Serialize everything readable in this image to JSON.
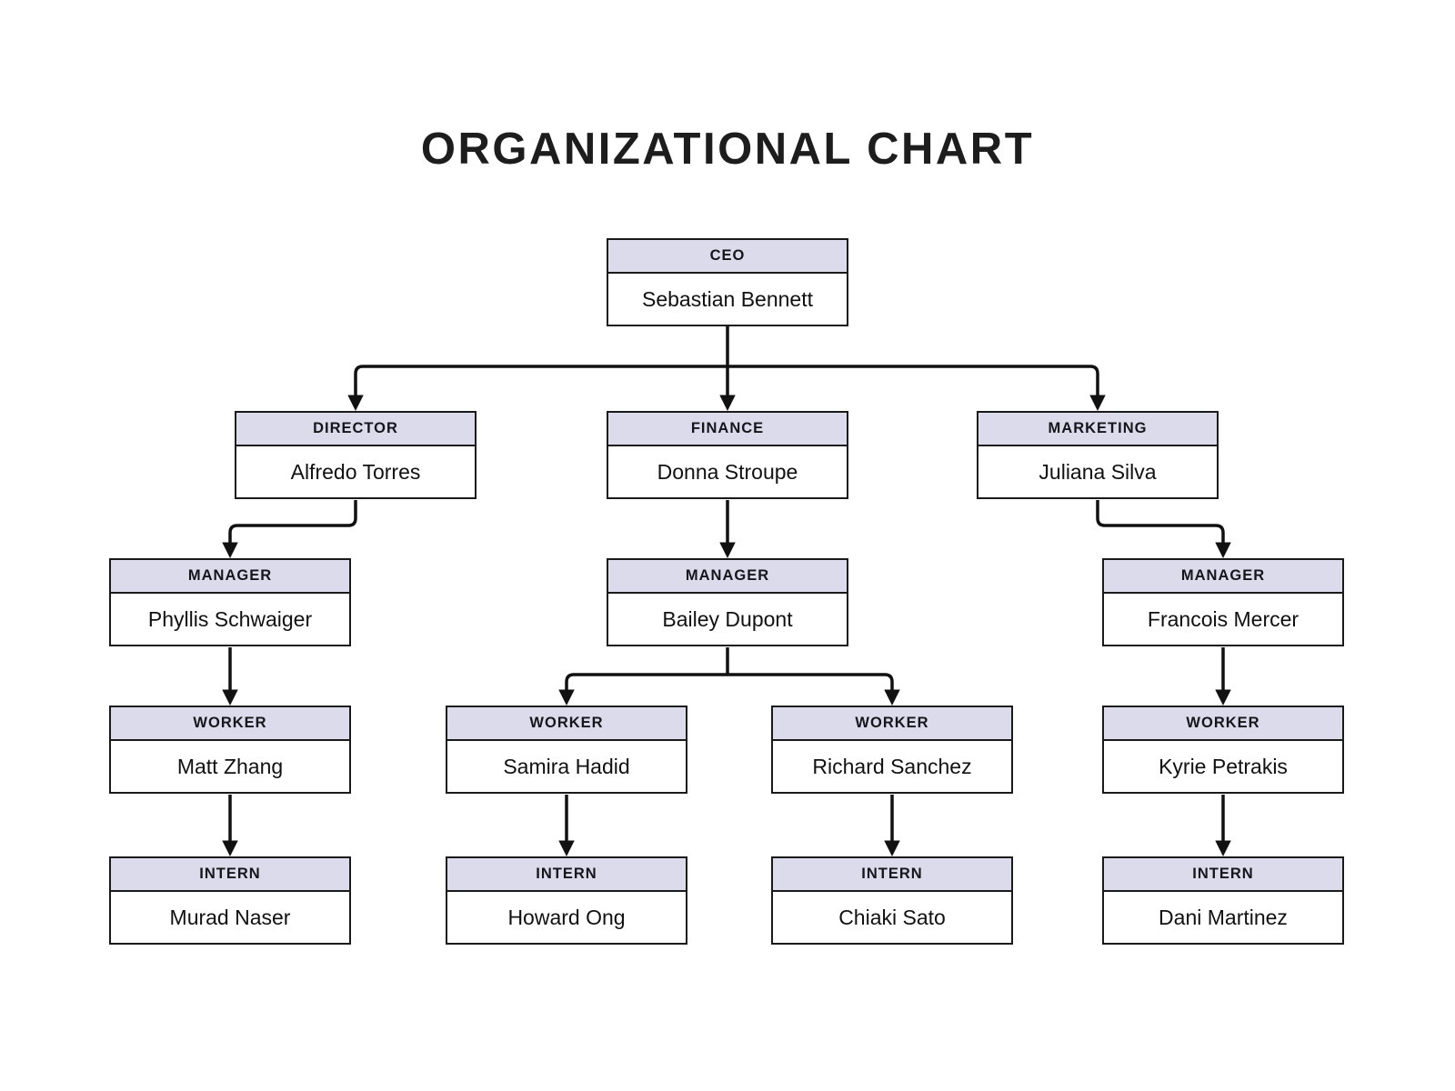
{
  "title": "ORGANIZATIONAL CHART",
  "palette": {
    "page_bg": "#ffffff",
    "header_bg": "#dcdbec",
    "box_border": "#1a1a1a",
    "connector": "#111111",
    "text": "#1d1d1d"
  },
  "nodes": {
    "ceo": {
      "role": "CEO",
      "name": "Sebastian Bennett"
    },
    "director": {
      "role": "DIRECTOR",
      "name": "Alfredo Torres"
    },
    "finance": {
      "role": "FINANCE",
      "name": "Donna Stroupe"
    },
    "marketing": {
      "role": "MARKETING",
      "name": "Juliana Silva"
    },
    "manager_a": {
      "role": "MANAGER",
      "name": "Phyllis Schwaiger"
    },
    "manager_b": {
      "role": "MANAGER",
      "name": "Bailey Dupont"
    },
    "manager_c": {
      "role": "MANAGER",
      "name": "Francois Mercer"
    },
    "worker_a": {
      "role": "WORKER",
      "name": "Matt Zhang"
    },
    "worker_b": {
      "role": "WORKER",
      "name": "Samira Hadid"
    },
    "worker_c": {
      "role": "WORKER",
      "name": "Richard Sanchez"
    },
    "worker_d": {
      "role": "WORKER",
      "name": "Kyrie Petrakis"
    },
    "intern_a": {
      "role": "INTERN",
      "name": "Murad Naser"
    },
    "intern_b": {
      "role": "INTERN",
      "name": "Howard Ong"
    },
    "intern_c": {
      "role": "INTERN",
      "name": "Chiaki Sato"
    },
    "intern_d": {
      "role": "INTERN",
      "name": "Dani Martinez"
    }
  },
  "edges": [
    {
      "from": "ceo",
      "to": "director"
    },
    {
      "from": "ceo",
      "to": "finance"
    },
    {
      "from": "ceo",
      "to": "marketing"
    },
    {
      "from": "director",
      "to": "manager_a"
    },
    {
      "from": "finance",
      "to": "manager_b"
    },
    {
      "from": "marketing",
      "to": "manager_c"
    },
    {
      "from": "manager_a",
      "to": "worker_a"
    },
    {
      "from": "manager_b",
      "to": "worker_b"
    },
    {
      "from": "manager_b",
      "to": "worker_c"
    },
    {
      "from": "manager_c",
      "to": "worker_d"
    },
    {
      "from": "worker_a",
      "to": "intern_a"
    },
    {
      "from": "worker_b",
      "to": "intern_b"
    },
    {
      "from": "worker_c",
      "to": "intern_c"
    },
    {
      "from": "worker_d",
      "to": "intern_d"
    }
  ]
}
